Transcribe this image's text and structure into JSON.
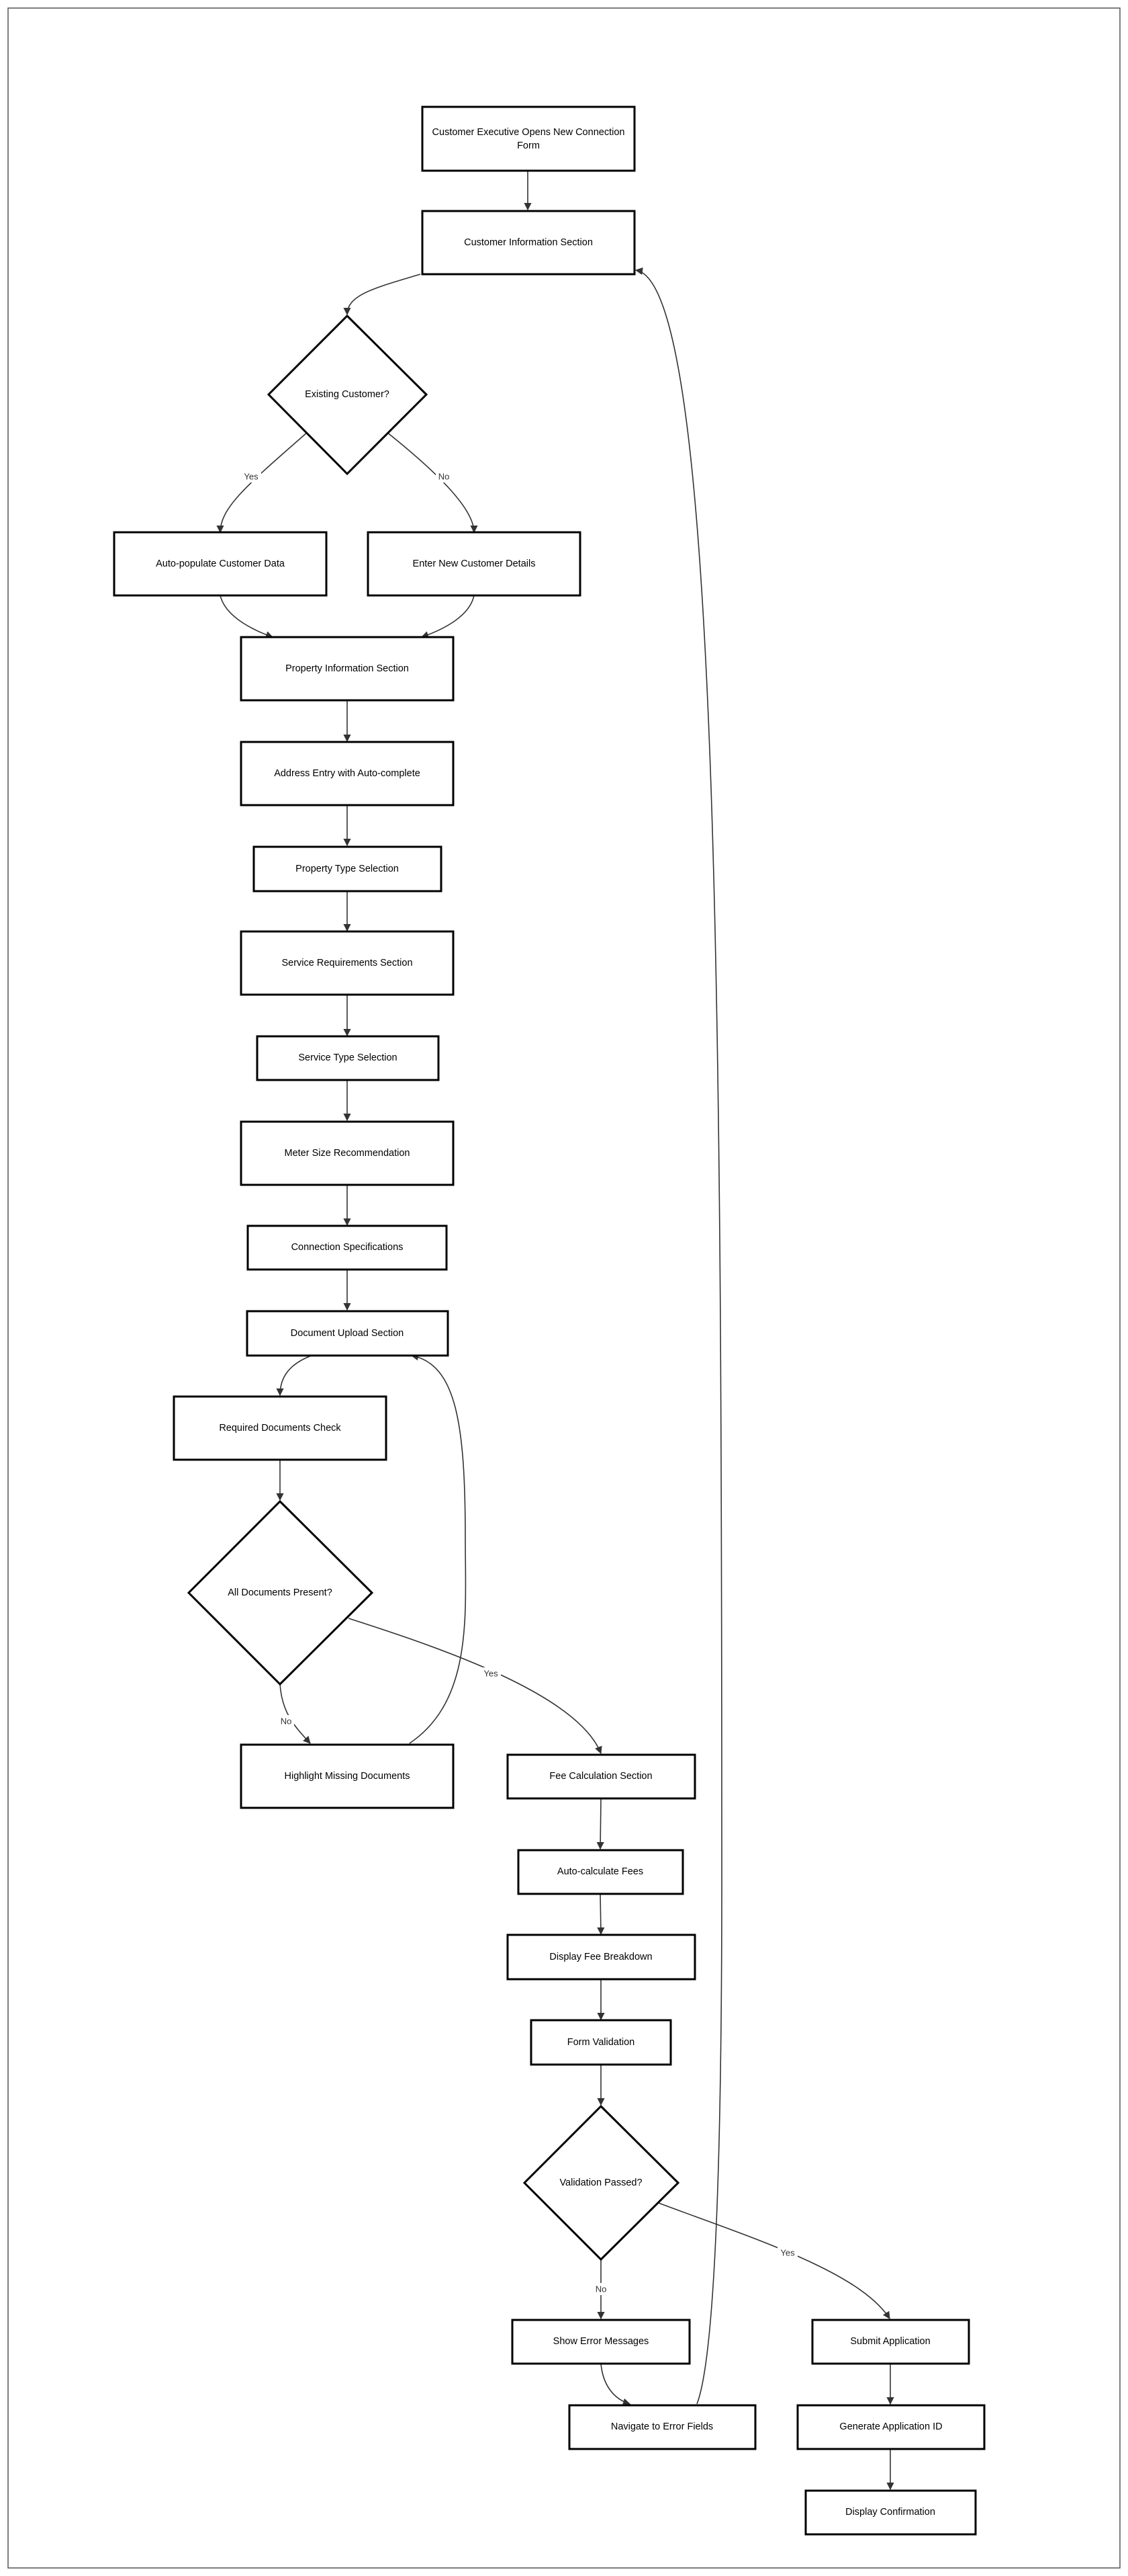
{
  "colors": {
    "background": "#ffffff",
    "node_border": "#000000",
    "edge": "#333333",
    "text": "#000000"
  },
  "nodes": {
    "start": "Customer Executive Opens New Connection Form",
    "customer_info": "Customer Information Section",
    "existing_customer": "Existing Customer?",
    "auto_populate": "Auto-populate Customer Data",
    "enter_new": "Enter New Customer Details",
    "property_info": "Property Information Section",
    "address_entry": "Address Entry with Auto-complete",
    "property_type": "Property Type Selection",
    "service_req": "Service Requirements Section",
    "service_type": "Service Type Selection",
    "meter_size": "Meter Size Recommendation",
    "connection_specs": "Connection Specifications",
    "doc_upload": "Document Upload Section",
    "required_docs": "Required Documents Check",
    "all_docs": "All Documents Present?",
    "highlight_missing": "Highlight Missing Documents",
    "fee_calc": "Fee Calculation Section",
    "auto_fees": "Auto-calculate Fees",
    "fee_breakdown": "Display Fee Breakdown",
    "form_validation": "Form Validation",
    "validation_passed": "Validation Passed?",
    "show_errors": "Show Error Messages",
    "navigate_errors": "Navigate to Error Fields",
    "submit": "Submit Application",
    "generate_id": "Generate Application ID",
    "display_confirmation": "Display Confirmation"
  },
  "edge_labels": {
    "existing_yes": "Yes",
    "existing_no": "No",
    "docs_yes": "Yes",
    "docs_no": "No",
    "valid_yes": "Yes",
    "valid_no": "No"
  }
}
